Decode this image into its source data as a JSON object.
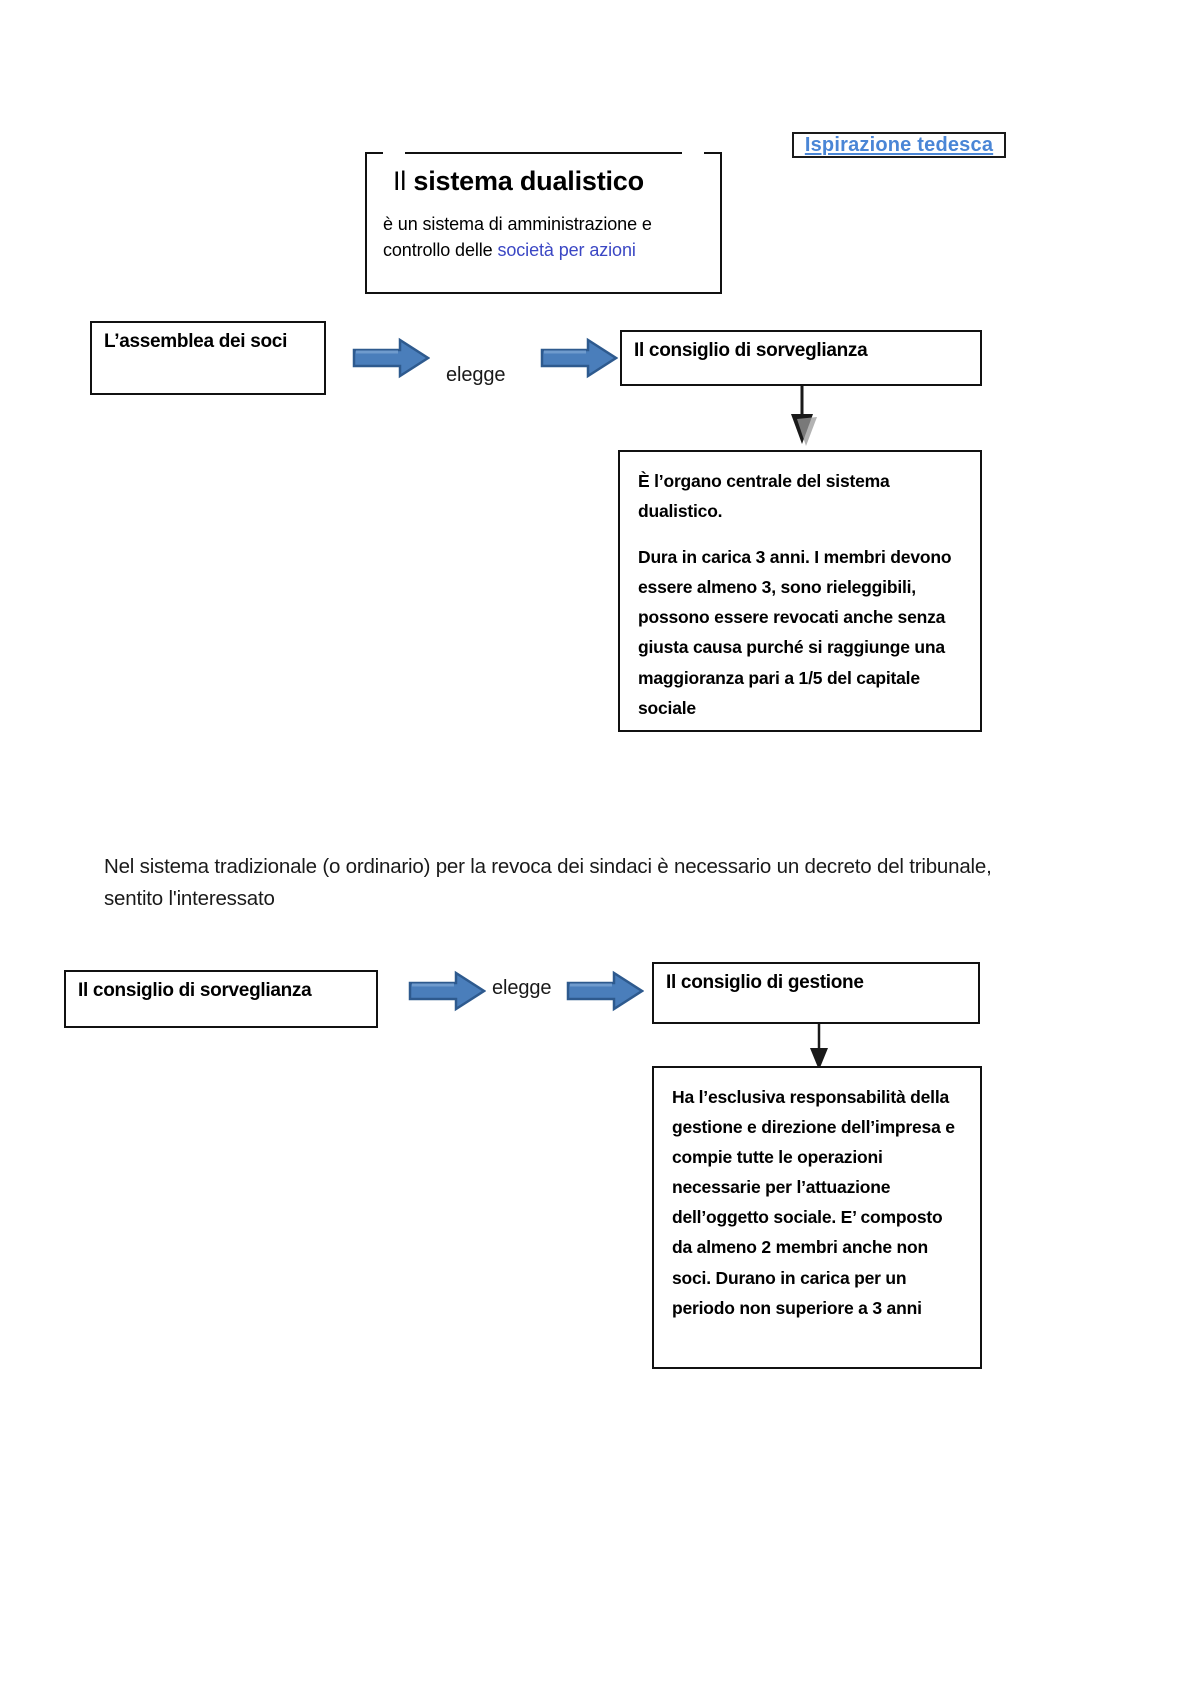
{
  "document": {
    "language": "it",
    "title": "Il sistema dualistico"
  },
  "callout": {
    "label": "Ispirazione tedesca",
    "color": "#4a86d6"
  },
  "title_card": {
    "headline_prefix": "Il ",
    "headline": "sistema dualistico",
    "subtitle_line1": "è un sistema di amministrazione e",
    "subtitle_line2_prefix": "controllo delle ",
    "subtitle_link": "società per azioni",
    "link_color": "#3b47c4"
  },
  "diagram_top": {
    "source_node": "L’assemblea dei soci",
    "relation_label": "elegge",
    "target_node": "Il consiglio di sorveglianza",
    "detail": {
      "paragraph1": "È l’organo centrale del sistema dualistico.",
      "paragraph2": "Dura in carica 3 anni. I membri devono essere almeno 3, sono rieleggibili, possono essere revocati anche senza giusta causa purché si raggiunge una maggioranza pari a 1/5 del capitale sociale"
    }
  },
  "note": {
    "text": "Nel sistema tradizionale (o ordinario) per la revoca dei sindaci è necessario un decreto del tribunale, sentito l'interessato"
  },
  "diagram_bottom": {
    "source_node": "Il consiglio di sorveglianza",
    "relation_label": "elegge",
    "target_node": "Il consiglio di gestione",
    "detail": {
      "paragraph1": "Ha l’esclusiva responsabilità della gestione e direzione dell’impresa e compie tutte le operazioni necessarie per l’attuazione dell’oggetto sociale. E’ composto da almeno 2 membri anche non soci. Durano in carica per un periodo non superiore a 3 anni"
    }
  },
  "style": {
    "arrow_fill": "#4a7ebb",
    "arrow_stroke": "#2e5a8e",
    "border_color": "#111111"
  }
}
